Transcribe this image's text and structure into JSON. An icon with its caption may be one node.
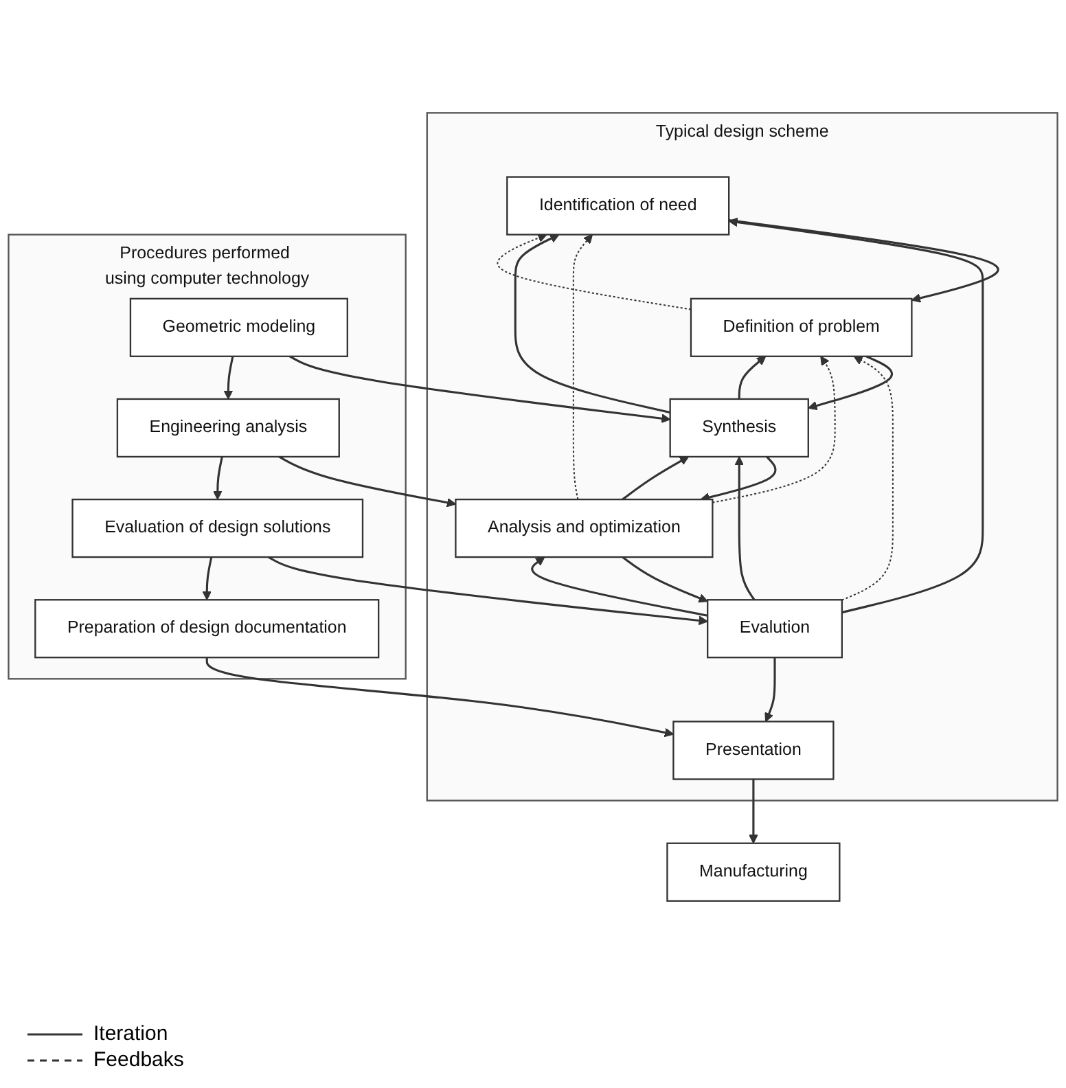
{
  "diagram": {
    "nodes": [
      {
        "text": [
          "Typical design scheme"
        ]
      },
      {
        "text": [
          "Identification of need"
        ],
        "in": 0
      },
      {
        "text": [
          "Definition of problem"
        ],
        "in": 0
      },
      {
        "text": [
          "Synthesis"
        ],
        "in": 0
      },
      {
        "text": [
          "Analysis and optimization"
        ],
        "in": 0
      },
      {
        "text": [
          "Evalution"
        ],
        "in": 0
      },
      {
        "text": [
          "Presentation"
        ],
        "in": 0
      },
      {
        "text": [
          "Procedures performed using computer technology"
        ]
      },
      {
        "text": [
          "Geometric modeling"
        ],
        "in": 7
      },
      {
        "text": [
          "Engineering analysis"
        ],
        "in": 7
      },
      {
        "text": [
          "Evaluation of design solutions"
        ],
        "in": 7
      },
      {
        "text": [
          "Preparation of design documentation"
        ],
        "in": 7
      },
      {
        "text": [
          "Manufacturing"
        ]
      }
    ],
    "edges": [
      {
        "from": 1,
        "to": 2,
        "arrow": "to"
      },
      {
        "from": 2,
        "to": 3,
        "arrow": "to"
      },
      {
        "from": 3,
        "to": 4,
        "arrow": "to"
      },
      {
        "from": 4,
        "to": 5,
        "arrow": "to"
      },
      {
        "from": 5,
        "to": 6,
        "arrow": "to"
      },
      {
        "from": 6,
        "to": 12,
        "arrow": "to"
      },
      {
        "from": 8,
        "to": 3,
        "arrow": "to"
      },
      {
        "from": 8,
        "to": 9,
        "arrow": "to"
      },
      {
        "from": 9,
        "to": 4,
        "arrow": "to"
      },
      {
        "from": 9,
        "to": 10,
        "arrow": "to"
      },
      {
        "from": 10,
        "to": 5,
        "arrow": "to"
      },
      {
        "from": 10,
        "to": 11,
        "arrow": "to"
      },
      {
        "from": 11,
        "to": 6,
        "arrow": "to"
      },
      {
        "from": 5,
        "to": 1,
        "arrow": "to"
      },
      {
        "from": 4,
        "to": 1,
        "arrow": "to",
        "style": "dashed"
      },
      {
        "from": 3,
        "to": 1,
        "arrow": "to"
      },
      {
        "from": 2,
        "to": 1,
        "arrow": "to",
        "style": "dashed"
      },
      {
        "from": 5,
        "to": 2,
        "arrow": "to",
        "style": "dashed"
      },
      {
        "from": 4,
        "to": 2,
        "arrow": "to",
        "style": "dashed"
      },
      {
        "from": 3,
        "to": 2,
        "arrow": "to"
      },
      {
        "from": 5,
        "to": 3,
        "arrow": "to"
      },
      {
        "from": 4,
        "to": 3,
        "arrow": "to"
      },
      {
        "from": 5,
        "to": 4,
        "arrow": "to"
      }
    ],
    "legend": [
      {
        "text": "Iteration"
      },
      {
        "text": "Feedbaks"
      }
    ]
  }
}
